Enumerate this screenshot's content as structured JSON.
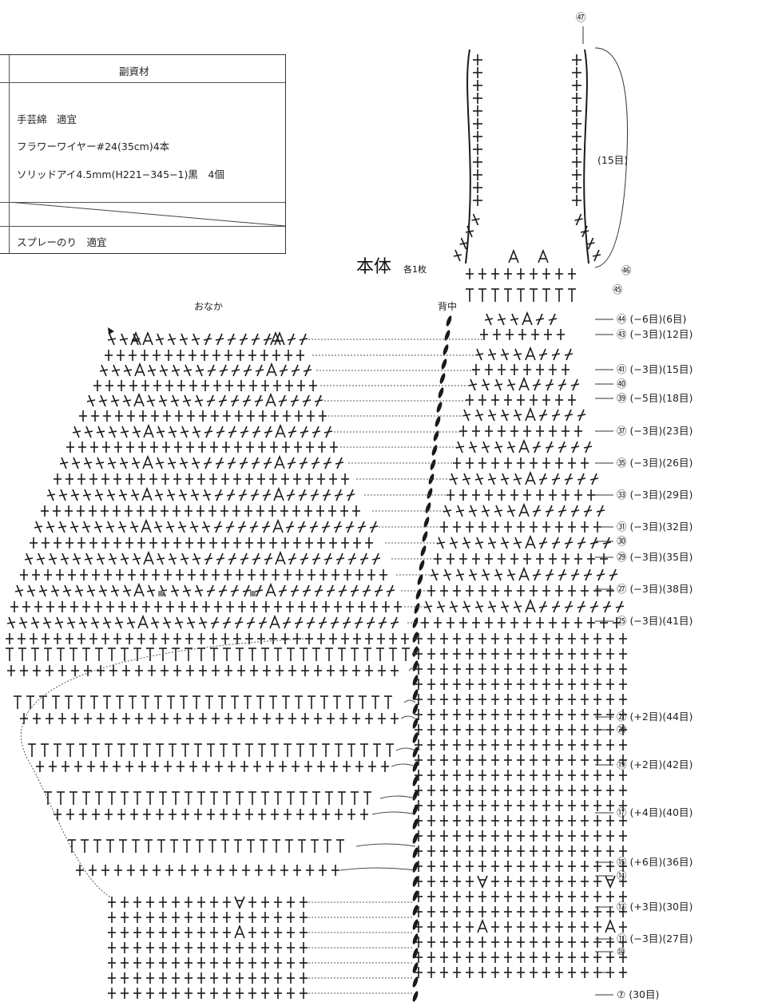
{
  "materials": {
    "header": "副資材",
    "items": [
      "手芸綿　適宜",
      "フラワーワイヤー#24(35cm)4本",
      "ソリッドアイ4.5mm(H221−345−1)黒　4個"
    ],
    "spray": "スプレーのり　適宜"
  },
  "title": {
    "main": "本体",
    "sub": "各1枚"
  },
  "sections": {
    "belly": "おなか",
    "back": "背中"
  },
  "ear": {
    "row": "㊼",
    "count": "(15目)",
    "base_row": "㊻",
    "row45": "㊺"
  },
  "row_labels": [
    {
      "row": "㊹",
      "text": "(−6目)(6目)"
    },
    {
      "row": "㊸",
      "text": "(−3目)(12目)"
    },
    {
      "row": "㊶",
      "text": "(−3目)(15目)"
    },
    {
      "row": "㊵",
      "text": ""
    },
    {
      "row": "㊴",
      "text": "(−5目)(18目)"
    },
    {
      "row": "㊲",
      "text": "(−3目)(23目)"
    },
    {
      "row": "㉟",
      "text": "(−3目)(26目)"
    },
    {
      "row": "㉝",
      "text": "(−3目)(29目)"
    },
    {
      "row": "㉛",
      "text": "(−3目)(32目)"
    },
    {
      "row": "㉚",
      "text": ""
    },
    {
      "row": "㉙",
      "text": "(−3目)(35目)"
    },
    {
      "row": "㉗",
      "text": "(−3目)(38目)"
    },
    {
      "row": "㉕",
      "text": "(−3目)(41目)"
    },
    {
      "row": "㉑",
      "text": "(+2目)(44目)"
    },
    {
      "row": "⑳",
      "text": ""
    },
    {
      "row": "⑲",
      "text": "(+2目)(42目)"
    },
    {
      "row": "⑰",
      "text": "(+4目)(40目)"
    },
    {
      "row": "⑮",
      "text": "(+6目)(36目)"
    },
    {
      "row": "⑭",
      "text": ""
    },
    {
      "row": "⑬",
      "text": "(+3目)(30目)"
    },
    {
      "row": "⑪",
      "text": "(−3目)(27目)"
    },
    {
      "row": "⑩",
      "text": ""
    },
    {
      "row": "",
      "text": ""
    },
    {
      "row": "⑦",
      "text": "(30目)"
    }
  ]
}
